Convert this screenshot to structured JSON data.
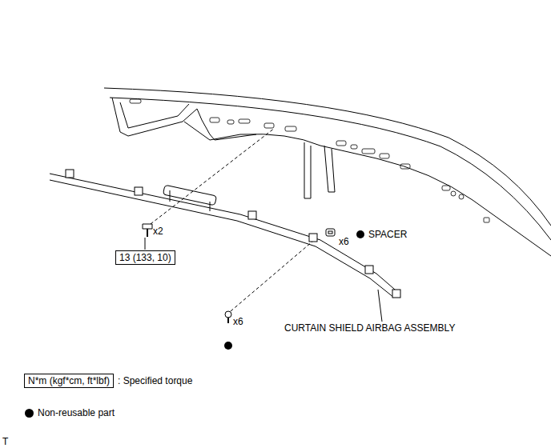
{
  "diagram": {
    "nodes": [
      {
        "text": [
          "13 (133, 10)"
        ]
      },
      {
        "text": [
          "N*m (kgf*cm, ft*lbf)"
        ]
      }
    ],
    "labels": [
      "x2",
      "x6",
      "SPACER",
      "x6",
      "CURTAIN SHIELD AIRBAG ASSEMBLY",
      "T"
    ],
    "legend": [
      {
        "text": ": Specified torque"
      },
      {
        "text": "Non-reusable part",
        "color": "#000000"
      }
    ]
  }
}
